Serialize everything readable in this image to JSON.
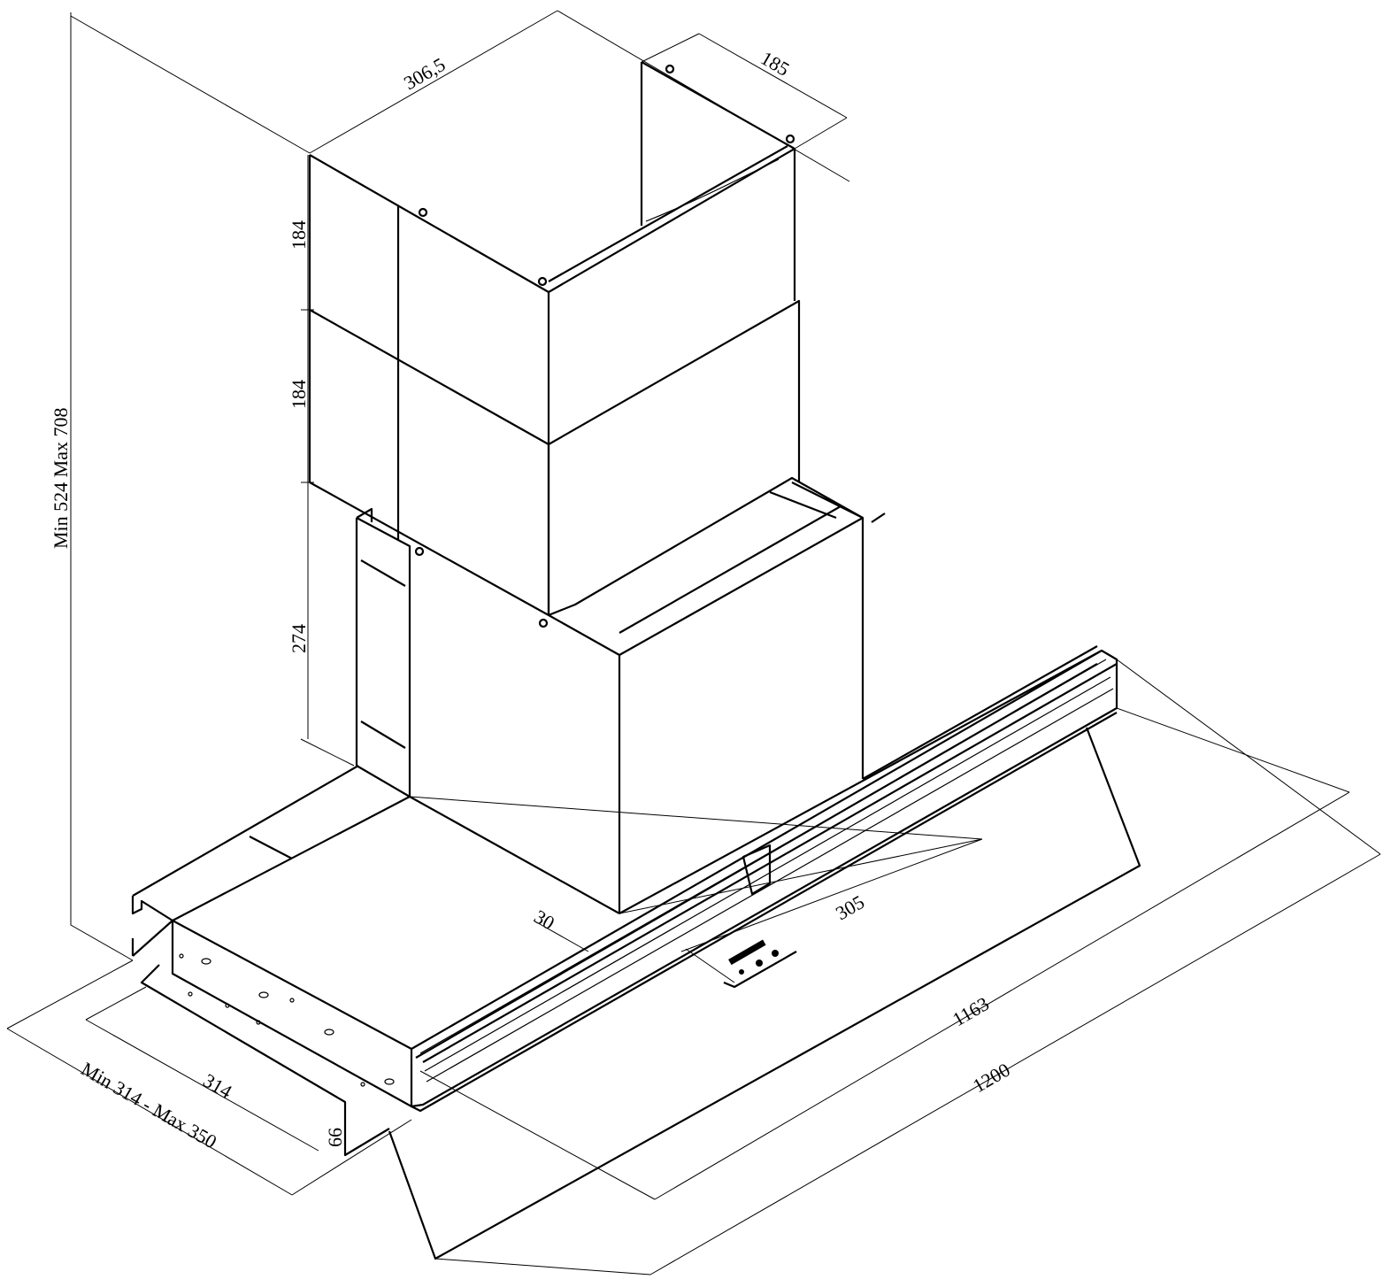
{
  "drawing": {
    "line_color": "#000000",
    "background": "#ffffff"
  },
  "dimensions": {
    "chimney_width": "306,5",
    "chimney_depth": "185",
    "upper_section_height": "184",
    "middle_section_height": "184",
    "lower_section_height": "274",
    "total_height": "Min 524 Max 708",
    "front_offset": "30",
    "motor_depth": "305",
    "inner_width": "1163",
    "overall_width": "1200",
    "frame_depth": "314",
    "wall_depth_range": "Min 314 - Max 350",
    "frame_height": "66"
  }
}
